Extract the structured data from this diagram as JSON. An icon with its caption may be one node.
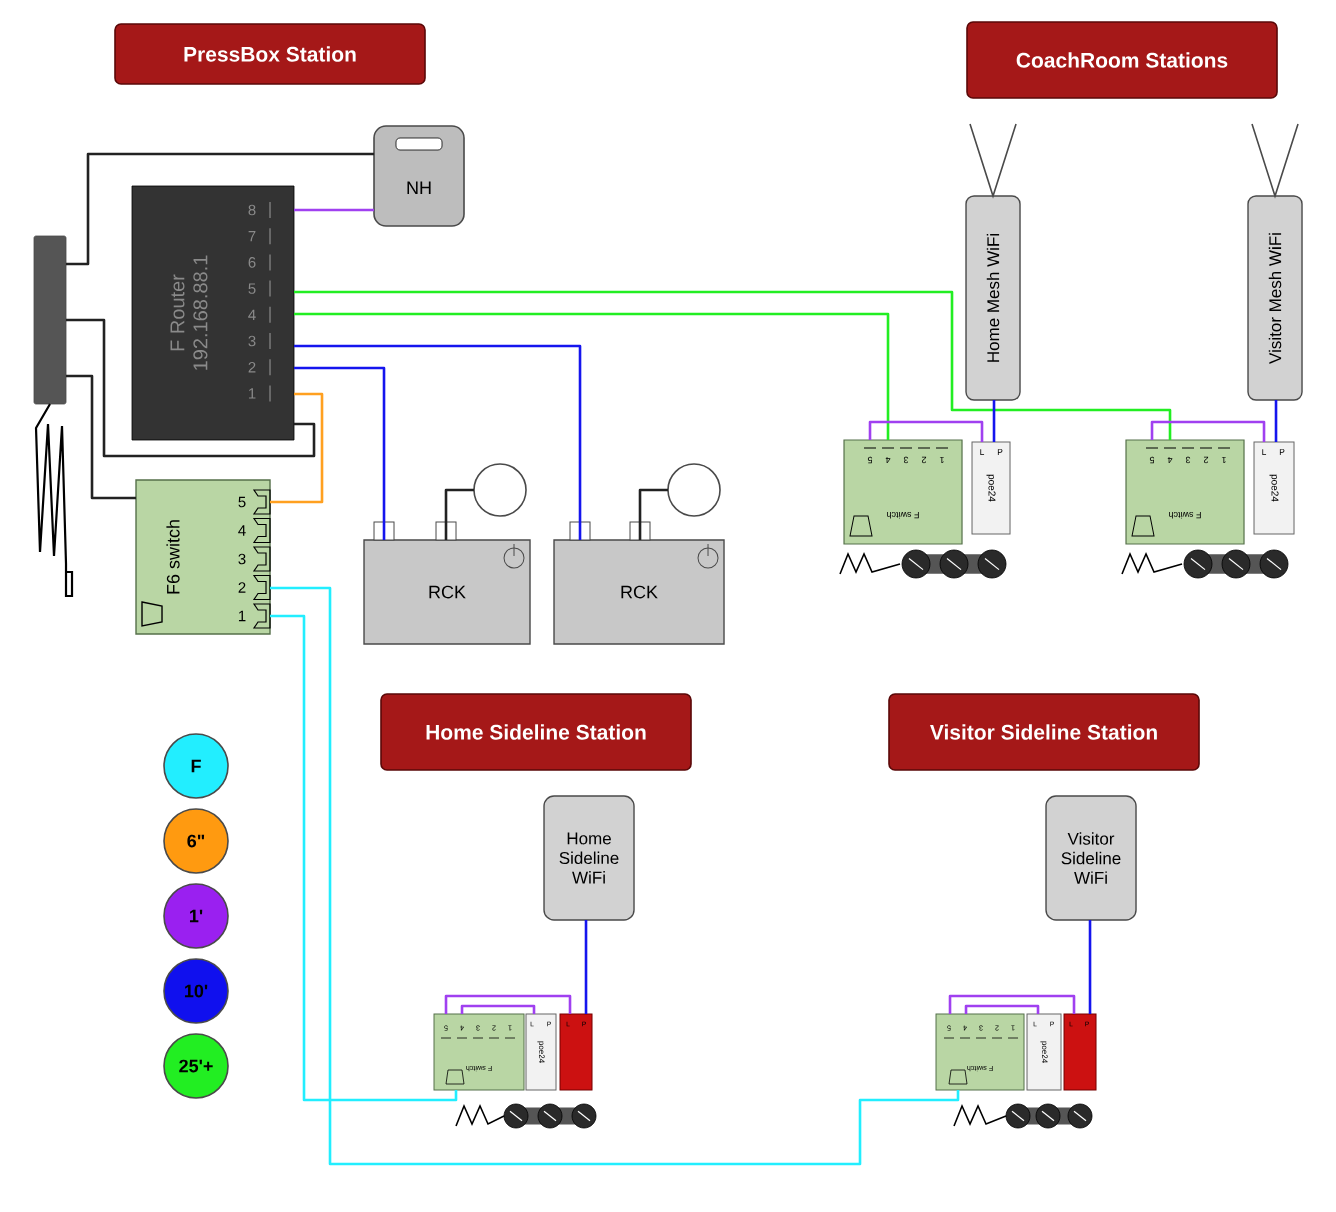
{
  "diagram": {
    "nodes": [
      {
        "text": [
          "PressBox Station"
        ]
      },
      {
        "text": [
          "CoachRoom Stations"
        ]
      },
      {
        "text": [
          "Home Sideline Station"
        ]
      },
      {
        "text": [
          "Visitor Sideline Station"
        ]
      },
      {
        "text": [
          "NH"
        ]
      },
      {
        "text": [
          "F Router",
          "192.168.88.1"
        ]
      },
      {
        "text": [
          "F6 switch"
        ]
      },
      {
        "text": [],
        "shape": "box"
      },
      {
        "text": [
          "RCK"
        ]
      },
      {
        "text": [
          "RCK"
        ]
      },
      {
        "text": [],
        "shape": "circle"
      },
      {
        "text": [],
        "shape": "circle"
      },
      {
        "text": [
          "Home Mesh WiFi"
        ]
      },
      {
        "text": [
          "Visitor Mesh WiFi"
        ]
      },
      {
        "text": [
          "F switch"
        ]
      },
      {
        "text": [
          "poe24"
        ]
      },
      {
        "text": [
          "F switch"
        ]
      },
      {
        "text": [
          "poe24"
        ]
      },
      {
        "text": [
          "Home Sideline WiFi"
        ]
      },
      {
        "text": [
          "Visitor Sideline WiFi"
        ]
      },
      {
        "text": [
          "F switch"
        ]
      },
      {
        "text": [
          "poe24"
        ]
      },
      {
        "text": [],
        "shape": "box"
      },
      {
        "text": [
          "F switch"
        ]
      },
      {
        "text": [
          "poe24"
        ]
      },
      {
        "text": [],
        "shape": "box"
      }
    ],
    "edges": [
      {
        "from": 7,
        "to": 4,
        "arrow": "none",
        "color": "#222222"
      },
      {
        "from": 7,
        "to": 5,
        "arrow": "none",
        "color": "#222222"
      },
      {
        "from": 7,
        "to": 6,
        "arrow": "none",
        "color": "#222222"
      },
      {
        "from": 5,
        "to": 4,
        "arrow": "none",
        "color": "#a040f0"
      },
      {
        "from": 5,
        "to": 16,
        "arrow": "none",
        "color": "#22ee22"
      },
      {
        "from": 5,
        "to": 14,
        "arrow": "none",
        "color": "#22ee22"
      },
      {
        "from": 5,
        "to": 9,
        "arrow": "none",
        "color": "#1515ee"
      },
      {
        "from": 5,
        "to": 8,
        "arrow": "none",
        "color": "#1515ee"
      },
      {
        "from": 5,
        "to": 6,
        "arrow": "none",
        "color": "#ffa020"
      },
      {
        "from": 6,
        "to": 23,
        "arrow": "none",
        "color": "#22eeff"
      },
      {
        "from": 6,
        "to": 20,
        "arrow": "none",
        "color": "#22eeff"
      },
      {
        "from": 10,
        "to": 8,
        "arrow": "none",
        "color": "#222222"
      },
      {
        "from": 11,
        "to": 9,
        "arrow": "none",
        "color": "#222222"
      },
      {
        "from": 12,
        "to": 15,
        "arrow": "none",
        "color": "#1515ee"
      },
      {
        "from": 14,
        "to": 15,
        "arrow": "none",
        "color": "#a040f0"
      },
      {
        "from": 13,
        "to": 17,
        "arrow": "none",
        "color": "#1515ee"
      },
      {
        "from": 16,
        "to": 17,
        "arrow": "none",
        "color": "#a040f0"
      },
      {
        "from": 18,
        "to": 22,
        "arrow": "none",
        "color": "#1515ee"
      },
      {
        "from": 20,
        "to": 22,
        "arrow": "none",
        "color": "#a040f0"
      },
      {
        "from": 20,
        "to": 21,
        "arrow": "none",
        "color": "#a040f0"
      },
      {
        "from": 19,
        "to": 25,
        "arrow": "none",
        "color": "#1515ee"
      },
      {
        "from": 23,
        "to": 25,
        "arrow": "none",
        "color": "#a040f0"
      },
      {
        "from": 23,
        "to": 24,
        "arrow": "none",
        "color": "#a040f0"
      }
    ],
    "labels": [
      "8",
      "7",
      "6",
      "5",
      "4",
      "3",
      "2",
      "1",
      "5",
      "4",
      "3",
      "2",
      "1",
      "5",
      "4",
      "3",
      "2",
      "1",
      "L",
      "P",
      "5",
      "4",
      "3",
      "2",
      "1",
      "L",
      "P",
      "5",
      "4",
      "3",
      "2",
      "1",
      "L",
      "P",
      "L",
      "P",
      "5",
      "4",
      "3",
      "2",
      "1",
      "L",
      "P",
      "L",
      "P"
    ],
    "legend": [
      {
        "text": "F",
        "color": "#22eeff"
      },
      {
        "text": "6\"",
        "color": "#ff9a10"
      },
      {
        "text": "1'",
        "color": "#9a20f0"
      },
      {
        "text": "10'",
        "color": "#1010ee"
      },
      {
        "text": "25'+",
        "color": "#22ee22"
      }
    ]
  }
}
